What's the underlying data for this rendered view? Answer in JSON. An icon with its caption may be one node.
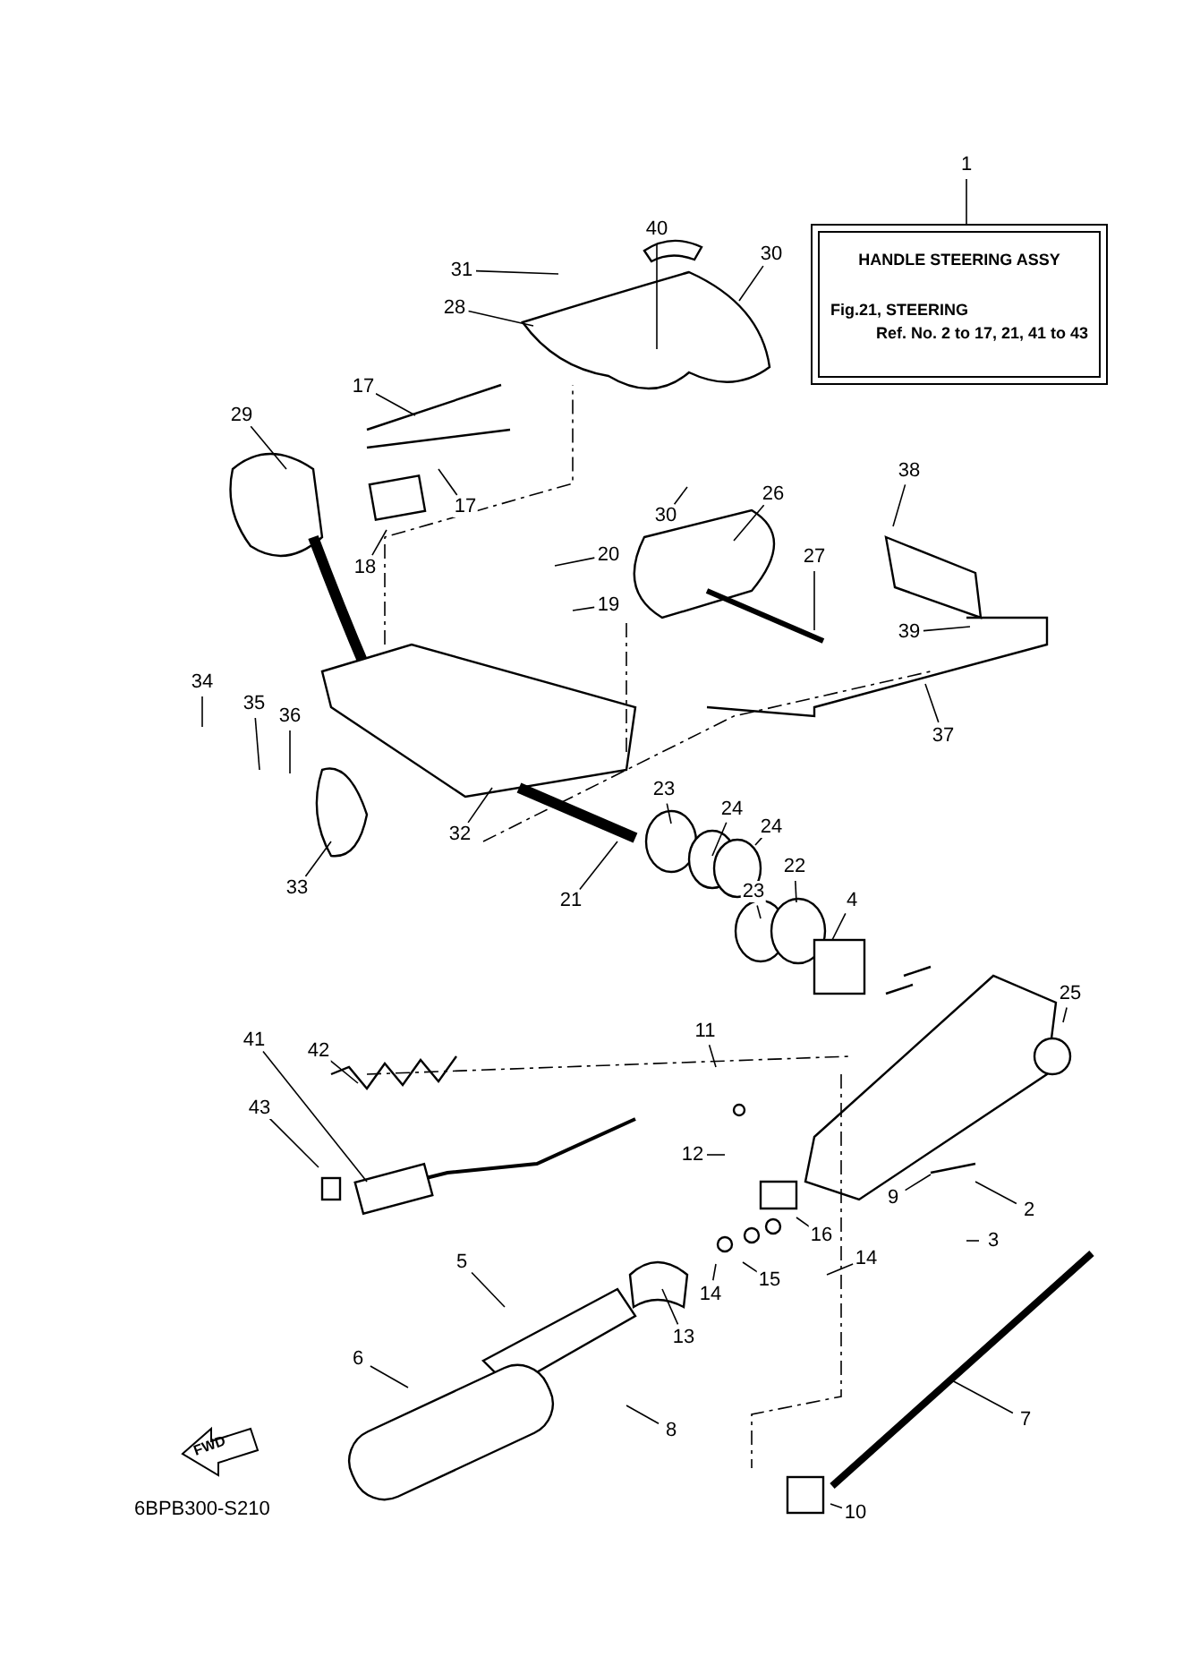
{
  "diagram": {
    "nodes": [
      {
        "text": [
          "HANDLE STEERING ASSY",
          "Fig.21, STEERING",
          "Ref. No. 2 to 17, 21, 41 to 43"
        ]
      },
      {
        "text": [
          "1"
        ]
      },
      {
        "text": [
          "40"
        ]
      },
      {
        "text": [
          "31"
        ]
      },
      {
        "text": [
          "30"
        ]
      },
      {
        "text": [
          "28"
        ]
      },
      {
        "text": [
          "17"
        ]
      },
      {
        "text": [
          "29"
        ]
      },
      {
        "text": [
          "38"
        ]
      },
      {
        "text": [
          "26"
        ]
      },
      {
        "text": [
          "30"
        ]
      },
      {
        "text": [
          "17"
        ]
      },
      {
        "text": [
          "20"
        ]
      },
      {
        "text": [
          "27"
        ]
      },
      {
        "text": [
          "18"
        ]
      },
      {
        "text": [
          "19"
        ]
      },
      {
        "text": [
          "39"
        ]
      },
      {
        "text": [
          "34"
        ]
      },
      {
        "text": [
          "35"
        ]
      },
      {
        "text": [
          "36"
        ]
      },
      {
        "text": [
          "37"
        ]
      },
      {
        "text": [
          "23"
        ]
      },
      {
        "text": [
          "24"
        ]
      },
      {
        "text": [
          "32"
        ]
      },
      {
        "text": [
          "24"
        ]
      },
      {
        "text": [
          "22"
        ]
      },
      {
        "text": [
          "33"
        ]
      },
      {
        "text": [
          "23"
        ]
      },
      {
        "text": [
          "21"
        ]
      },
      {
        "text": [
          "4"
        ]
      },
      {
        "text": [
          "25"
        ]
      },
      {
        "text": [
          "11"
        ]
      },
      {
        "text": [
          "41"
        ]
      },
      {
        "text": [
          "42"
        ]
      },
      {
        "text": [
          "43"
        ]
      },
      {
        "text": [
          "12"
        ]
      },
      {
        "text": [
          "9"
        ]
      },
      {
        "text": [
          "2"
        ]
      },
      {
        "text": [
          "16"
        ]
      },
      {
        "text": [
          "3"
        ]
      },
      {
        "text": [
          "14"
        ]
      },
      {
        "text": [
          "5"
        ]
      },
      {
        "text": [
          "15"
        ]
      },
      {
        "text": [
          "14"
        ]
      },
      {
        "text": [
          "13"
        ]
      },
      {
        "text": [
          "6"
        ]
      },
      {
        "text": [
          "8"
        ]
      },
      {
        "text": [
          "7"
        ]
      },
      {
        "text": [
          "10"
        ]
      }
    ],
    "edges": [
      {
        "from": 1,
        "to": 0,
        "arrow": "none"
      },
      {
        "from": 2,
        "to": null,
        "arrow": "none"
      },
      {
        "from": 3,
        "to": null,
        "arrow": "none"
      },
      {
        "from": 4,
        "to": null,
        "arrow": "none"
      },
      {
        "from": 5,
        "to": null,
        "arrow": "none"
      },
      {
        "from": 6,
        "to": null,
        "arrow": "none"
      },
      {
        "from": 7,
        "to": null,
        "arrow": "none"
      },
      {
        "from": 8,
        "to": null,
        "arrow": "none"
      },
      {
        "from": 9,
        "to": null,
        "arrow": "none"
      },
      {
        "from": 10,
        "to": null,
        "arrow": "none"
      },
      {
        "from": 11,
        "to": null,
        "arrow": "none"
      },
      {
        "from": 12,
        "to": null,
        "arrow": "none"
      },
      {
        "from": 13,
        "to": null,
        "arrow": "none"
      },
      {
        "from": 14,
        "to": null,
        "arrow": "none"
      },
      {
        "from": 15,
        "to": null,
        "arrow": "none"
      },
      {
        "from": 16,
        "to": null,
        "arrow": "none"
      },
      {
        "from": 17,
        "to": null,
        "arrow": "none"
      },
      {
        "from": 18,
        "to": null,
        "arrow": "none"
      },
      {
        "from": 19,
        "to": null,
        "arrow": "none"
      },
      {
        "from": 20,
        "to": null,
        "arrow": "none"
      },
      {
        "from": 21,
        "to": null,
        "arrow": "none"
      },
      {
        "from": 22,
        "to": null,
        "arrow": "none"
      },
      {
        "from": 23,
        "to": null,
        "arrow": "none"
      },
      {
        "from": 24,
        "to": null,
        "arrow": "none"
      },
      {
        "from": 25,
        "to": null,
        "arrow": "none"
      },
      {
        "from": 26,
        "to": null,
        "arrow": "none"
      },
      {
        "from": 27,
        "to": null,
        "arrow": "none"
      },
      {
        "from": 28,
        "to": null,
        "arrow": "none"
      },
      {
        "from": 29,
        "to": null,
        "arrow": "none"
      },
      {
        "from": 30,
        "to": null,
        "arrow": "none"
      },
      {
        "from": 31,
        "to": null,
        "arrow": "none"
      },
      {
        "from": 32,
        "to": null,
        "arrow": "none"
      },
      {
        "from": 33,
        "to": null,
        "arrow": "none"
      },
      {
        "from": 34,
        "to": null,
        "arrow": "none"
      },
      {
        "from": 35,
        "to": null,
        "arrow": "none"
      },
      {
        "from": 36,
        "to": null,
        "arrow": "none"
      },
      {
        "from": 37,
        "to": null,
        "arrow": "none"
      },
      {
        "from": 38,
        "to": null,
        "arrow": "none"
      },
      {
        "from": 39,
        "to": null,
        "arrow": "none"
      },
      {
        "from": 40,
        "to": null,
        "arrow": "none"
      },
      {
        "from": 41,
        "to": null,
        "arrow": "none"
      },
      {
        "from": 42,
        "to": null,
        "arrow": "none"
      },
      {
        "from": 43,
        "to": null,
        "arrow": "none"
      },
      {
        "from": 44,
        "to": null,
        "arrow": "none"
      },
      {
        "from": 45,
        "to": null,
        "arrow": "none"
      },
      {
        "from": 46,
        "to": null,
        "arrow": "none"
      },
      {
        "from": 47,
        "to": null,
        "arrow": "none"
      },
      {
        "from": 48,
        "to": null,
        "arrow": "none"
      }
    ],
    "labels": [
      "FWD",
      "6BPB300-S210"
    ]
  }
}
